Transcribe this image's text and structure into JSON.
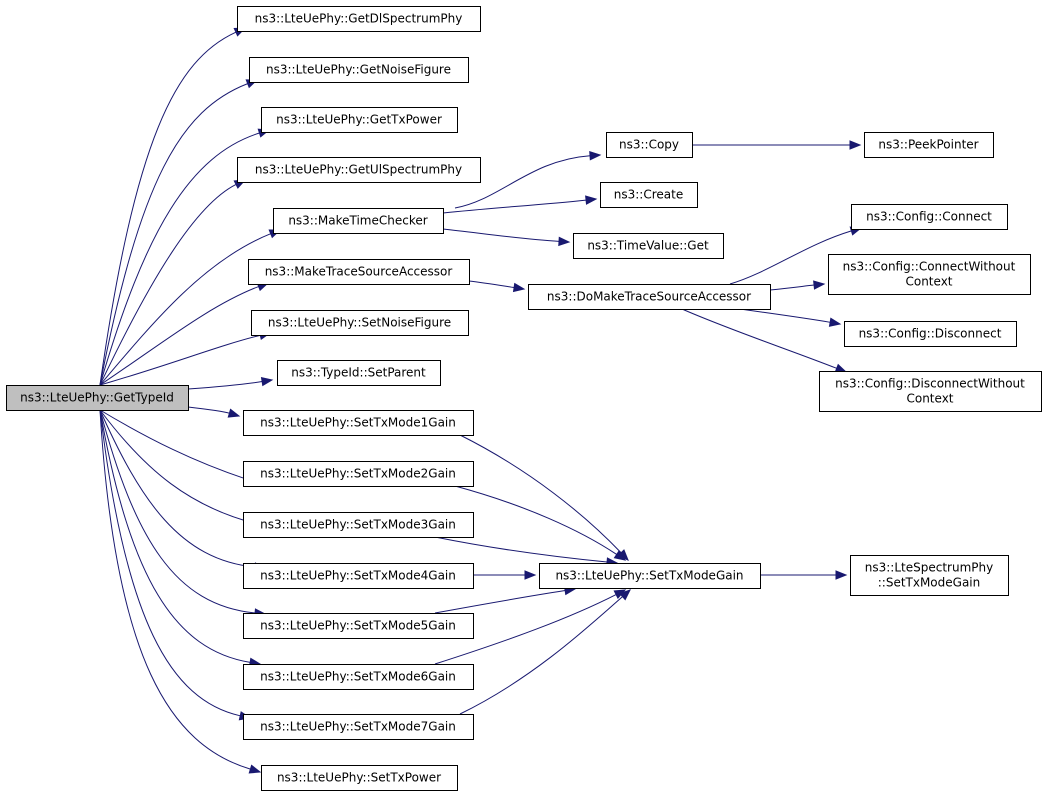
{
  "nodes": {
    "root": {
      "lines": [
        "ns3::LteUePhy::GetTypeId"
      ],
      "root": true
    },
    "getDlSpectrumPhy": {
      "lines": [
        "ns3::LteUePhy::GetDlSpectrumPhy"
      ]
    },
    "getNoiseFigure": {
      "lines": [
        "ns3::LteUePhy::GetNoiseFigure"
      ]
    },
    "getTxPower": {
      "lines": [
        "ns3::LteUePhy::GetTxPower"
      ]
    },
    "getUlSpectrumPhy": {
      "lines": [
        "ns3::LteUePhy::GetUlSpectrumPhy"
      ]
    },
    "makeTimeChecker": {
      "lines": [
        "ns3::MakeTimeChecker"
      ]
    },
    "makeTraceSourceAccessor": {
      "lines": [
        "ns3::MakeTraceSourceAccessor"
      ]
    },
    "setNoiseFigure": {
      "lines": [
        "ns3::LteUePhy::SetNoiseFigure"
      ]
    },
    "setParent": {
      "lines": [
        "ns3::TypeId::SetParent"
      ]
    },
    "setTxMode1Gain": {
      "lines": [
        "ns3::LteUePhy::SetTxMode1Gain"
      ]
    },
    "setTxMode2Gain": {
      "lines": [
        "ns3::LteUePhy::SetTxMode2Gain"
      ]
    },
    "setTxMode3Gain": {
      "lines": [
        "ns3::LteUePhy::SetTxMode3Gain"
      ]
    },
    "setTxMode4Gain": {
      "lines": [
        "ns3::LteUePhy::SetTxMode4Gain"
      ]
    },
    "setTxMode5Gain": {
      "lines": [
        "ns3::LteUePhy::SetTxMode5Gain"
      ]
    },
    "setTxMode6Gain": {
      "lines": [
        "ns3::LteUePhy::SetTxMode6Gain"
      ]
    },
    "setTxMode7Gain": {
      "lines": [
        "ns3::LteUePhy::SetTxMode7Gain"
      ]
    },
    "setTxPower": {
      "lines": [
        "ns3::LteUePhy::SetTxPower"
      ]
    },
    "copy": {
      "lines": [
        "ns3::Copy"
      ]
    },
    "create": {
      "lines": [
        "ns3::Create"
      ]
    },
    "timeValueGet": {
      "lines": [
        "ns3::TimeValue::Get"
      ]
    },
    "peekPointer": {
      "lines": [
        "ns3::PeekPointer"
      ]
    },
    "doMakeTraceSourceAccessor": {
      "lines": [
        "ns3::DoMakeTraceSourceAccessor"
      ]
    },
    "configConnect": {
      "lines": [
        "ns3::Config::Connect"
      ]
    },
    "configConnectWithoutContext": {
      "lines": [
        "ns3::Config::ConnectWithout",
        "Context"
      ]
    },
    "configDisconnect": {
      "lines": [
        "ns3::Config::Disconnect"
      ]
    },
    "configDisconnectWithoutContext": {
      "lines": [
        "ns3::Config::DisconnectWithout",
        "Context"
      ]
    },
    "setTxModeGain": {
      "lines": [
        "ns3::LteUePhy::SetTxModeGain"
      ]
    },
    "lteSpectrumPhySetTxModeGain": {
      "lines": [
        "ns3::LteSpectrumPhy",
        "::SetTxModeGain"
      ]
    }
  },
  "edges": [
    [
      "root",
      "getDlSpectrumPhy"
    ],
    [
      "root",
      "getNoiseFigure"
    ],
    [
      "root",
      "getTxPower"
    ],
    [
      "root",
      "getUlSpectrumPhy"
    ],
    [
      "root",
      "makeTimeChecker"
    ],
    [
      "root",
      "makeTraceSourceAccessor"
    ],
    [
      "root",
      "setNoiseFigure"
    ],
    [
      "root",
      "setParent"
    ],
    [
      "root",
      "setTxMode1Gain"
    ],
    [
      "root",
      "setTxMode2Gain"
    ],
    [
      "root",
      "setTxMode3Gain"
    ],
    [
      "root",
      "setTxMode4Gain"
    ],
    [
      "root",
      "setTxMode5Gain"
    ],
    [
      "root",
      "setTxMode6Gain"
    ],
    [
      "root",
      "setTxMode7Gain"
    ],
    [
      "root",
      "setTxPower"
    ],
    [
      "makeTimeChecker",
      "copy"
    ],
    [
      "makeTimeChecker",
      "create"
    ],
    [
      "makeTimeChecker",
      "timeValueGet"
    ],
    [
      "copy",
      "peekPointer"
    ],
    [
      "makeTraceSourceAccessor",
      "doMakeTraceSourceAccessor"
    ],
    [
      "doMakeTraceSourceAccessor",
      "configConnect"
    ],
    [
      "doMakeTraceSourceAccessor",
      "configConnectWithoutContext"
    ],
    [
      "doMakeTraceSourceAccessor",
      "configDisconnect"
    ],
    [
      "doMakeTraceSourceAccessor",
      "configDisconnectWithoutContext"
    ],
    [
      "setTxMode1Gain",
      "setTxModeGain"
    ],
    [
      "setTxMode2Gain",
      "setTxModeGain"
    ],
    [
      "setTxMode3Gain",
      "setTxModeGain"
    ],
    [
      "setTxMode4Gain",
      "setTxModeGain"
    ],
    [
      "setTxMode5Gain",
      "setTxModeGain"
    ],
    [
      "setTxMode6Gain",
      "setTxModeGain"
    ],
    [
      "setTxMode7Gain",
      "setTxModeGain"
    ],
    [
      "setTxModeGain",
      "lteSpectrumPhySetTxModeGain"
    ]
  ],
  "colors": {
    "edge": "#191970",
    "root_fill": "#bfbfbf",
    "node_fill": "#ffffff",
    "border": "#000000"
  }
}
